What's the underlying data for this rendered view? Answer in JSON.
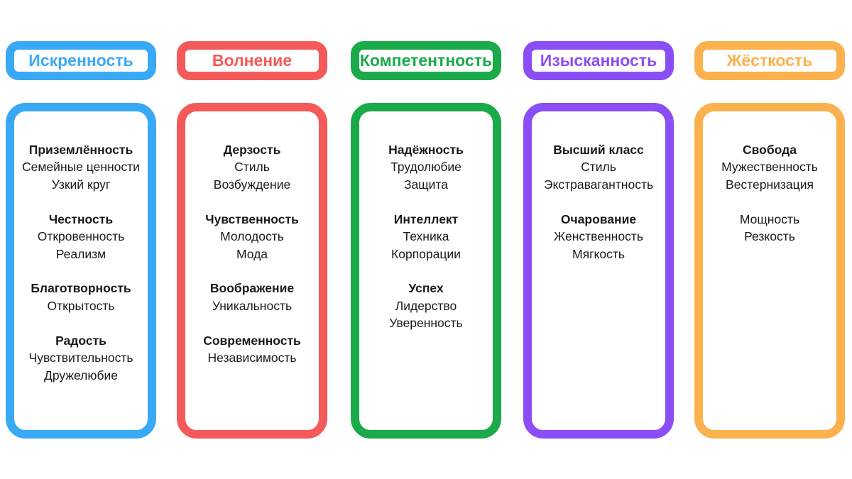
{
  "columns": [
    {
      "title": "Искренность",
      "color": "#3aa9f5",
      "groups": [
        {
          "head": "Приземлённость",
          "items": [
            "Семейные ценности",
            "Узкий круг"
          ]
        },
        {
          "head": "Честность",
          "items": [
            "Откровенность",
            "Реализм"
          ]
        },
        {
          "head": "Благотворность",
          "items": [
            "Открытость"
          ]
        },
        {
          "head": "Радость",
          "items": [
            "Чувствительность",
            "Дружелюбие"
          ]
        }
      ]
    },
    {
      "title": "Волнение",
      "color": "#f55a5a",
      "groups": [
        {
          "head": "Дерзость",
          "items": [
            "Стиль",
            "Возбуждение"
          ]
        },
        {
          "head": "Чувственность",
          "items": [
            "Молодость",
            "Мода"
          ]
        },
        {
          "head": "Воображение",
          "items": [
            "Уникальность"
          ]
        },
        {
          "head": "Современность",
          "items": [
            "Независимость"
          ]
        }
      ]
    },
    {
      "title": "Компетентность",
      "color": "#1aaa4a",
      "groups": [
        {
          "head": "Надёжность",
          "items": [
            "Трудолюбие",
            "Защита"
          ]
        },
        {
          "head": "Интеллект",
          "items": [
            "Техника",
            "Корпорации"
          ]
        },
        {
          "head": "Успех",
          "items": [
            "Лидерство",
            "Уверенность"
          ]
        }
      ]
    },
    {
      "title": "Изысканность",
      "color": "#8b4df5",
      "groups": [
        {
          "head": "Высший класс",
          "items": [
            "Стиль",
            "Экстравагантность"
          ]
        },
        {
          "head": "Очарование",
          "items": [
            "Женственность",
            "Мягкость"
          ]
        }
      ]
    },
    {
      "title": "Жёсткость",
      "color": "#fbb24e",
      "groups": [
        {
          "head": "Свобода",
          "items": [
            "Мужественность",
            "Вестернизация",
            "",
            "Мощность",
            "Резкость"
          ]
        }
      ]
    }
  ]
}
